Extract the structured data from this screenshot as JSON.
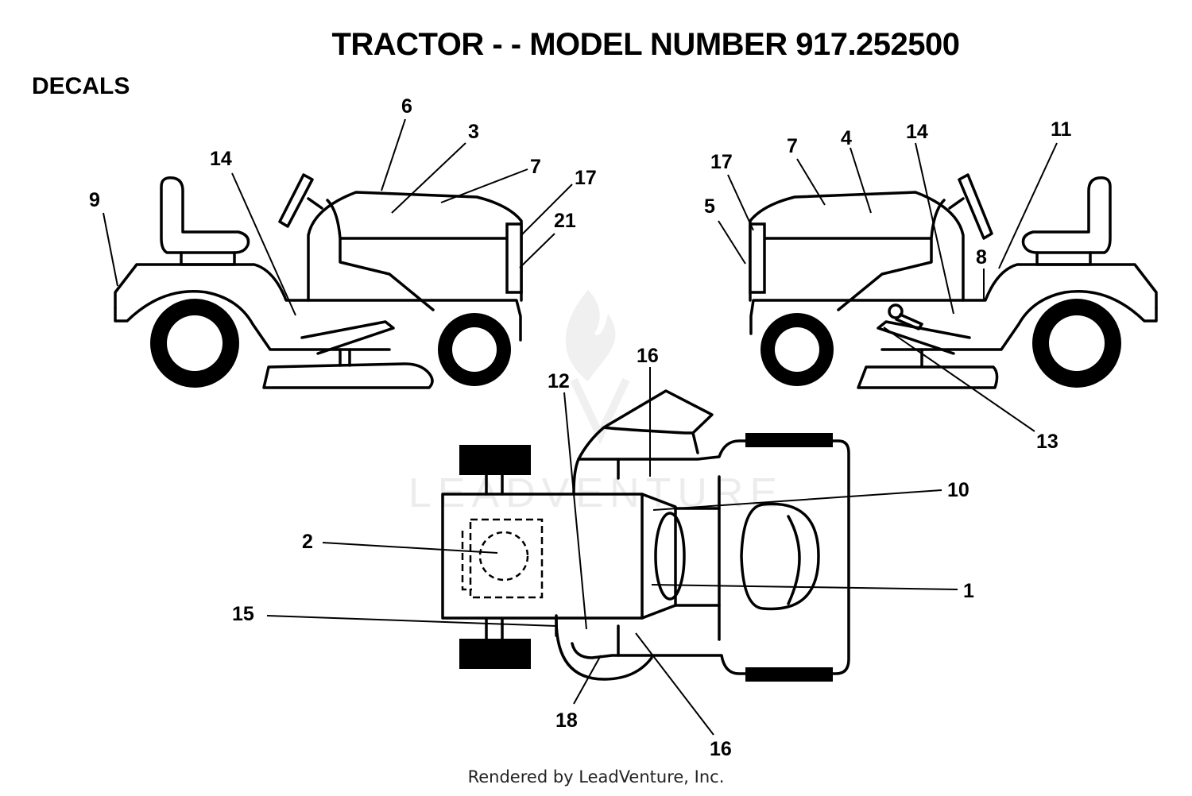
{
  "header": {
    "title": "TRACTOR - - MODEL NUMBER 917.252500",
    "section": "DECALS"
  },
  "footer": {
    "credit": "Rendered by LeadVenture, Inc."
  },
  "watermark": {
    "text": "LEADVENTURE"
  },
  "diagram": {
    "views": [
      "left-side-view",
      "right-side-view",
      "top-view"
    ],
    "callouts": {
      "left_9": "9",
      "left_14": "14",
      "left_6": "6",
      "left_3": "3",
      "left_7": "7",
      "left_17": "17",
      "left_21": "21",
      "right_17": "17",
      "right_5": "5",
      "right_7": "7",
      "right_4": "4",
      "right_14": "14",
      "right_11": "11",
      "right_8": "8",
      "right_13": "13",
      "top_12": "12",
      "top_16a": "16",
      "top_10": "10",
      "top_2": "2",
      "top_1": "1",
      "top_15": "15",
      "top_18": "18",
      "top_16b": "16"
    }
  }
}
